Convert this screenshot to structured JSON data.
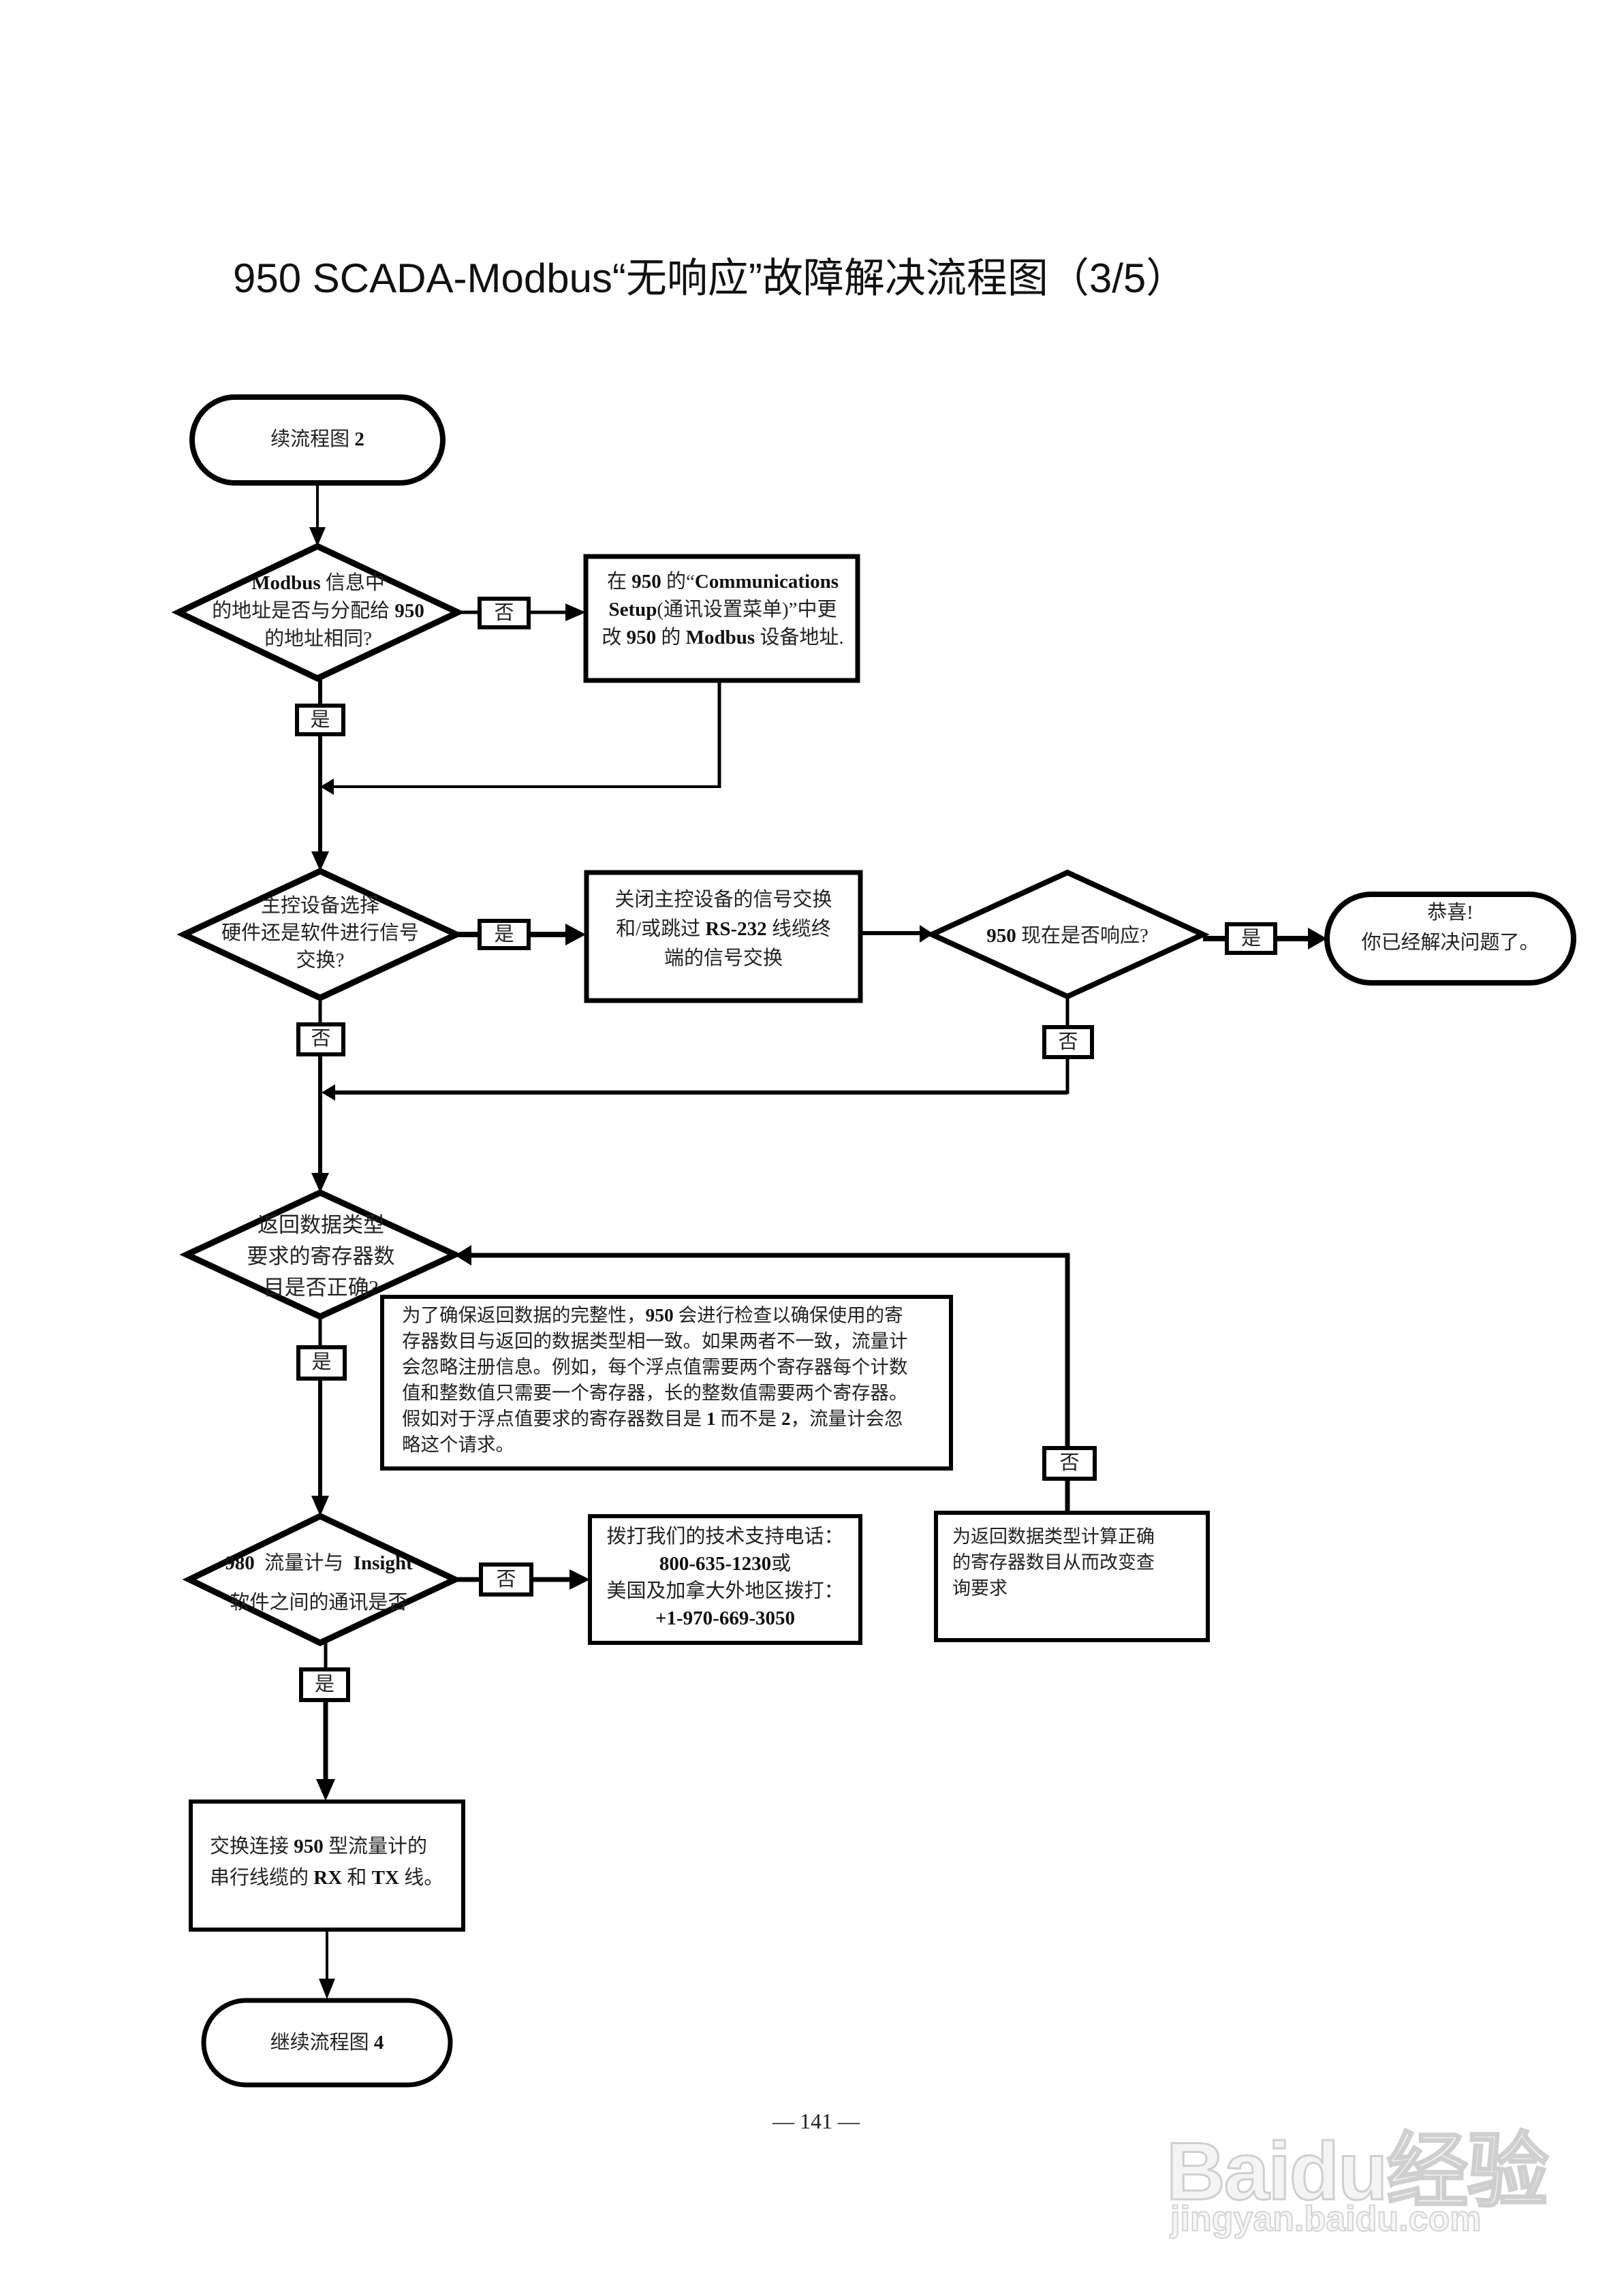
{
  "page": {
    "title": "950 SCADA-Modbus“无响应”故障解决流程图（3/5）",
    "page_number": "— 141 —",
    "watermark": {
      "brand": "Baidu经验",
      "url": "jingyan.baidu.com"
    }
  },
  "flow": {
    "start": {
      "text": "续流程图",
      "num": "2"
    },
    "d1": {
      "lines": [
        "Modbus 信息中",
        "的地址是否与分配给 950",
        "的地址相同?"
      ]
    },
    "d1_no_label": "否",
    "d1_yes_label": "是",
    "box_a": {
      "lines": [
        "在 950 的“Communications",
        "Setup(通讯设置菜单)”中更",
        "改 950 的 Modbus 设备地址."
      ]
    },
    "d2": {
      "lines": [
        "主控设备选择",
        "硬件还是软件进行信号",
        "交换?"
      ]
    },
    "d2_yes_label": "是",
    "d2_no_label": "否",
    "box_b": {
      "lines": [
        "关闭主控设备的信号交换",
        "和/或跳过 RS-232 线缆终",
        "端的信号交换"
      ]
    },
    "d3": {
      "text": "950 现在是否响应?"
    },
    "d3_yes_label": "是",
    "d3_no_label": "否",
    "end_ok": {
      "lines": [
        "恭喜!",
        "你已经解决问题了。"
      ]
    },
    "d4": {
      "lines": [
        "返回数据类型",
        "要求的寄存器数",
        "目是否正确?"
      ]
    },
    "d4_yes_label": "是",
    "d4_no_label": "否",
    "note": {
      "lines": [
        "为了确保返回数据的完整性，950 会进行检查以确保使用的寄",
        "存器数目与返回的数据类型相一致。如果两者不一致，流量计",
        "会忽略注册信息。例如，每个浮点值需要两个寄存器每个计数",
        "值和整数值只需要一个寄存器，长的整数值需要两个寄存器。",
        "假如对于浮点值要求的寄存器数目是 1 而不是 2，流量计会忽",
        "略这个请求。"
      ]
    },
    "box_c": {
      "lines": [
        "为返回数据类型计算正确",
        "的寄存器数目从而改变查",
        "询要求"
      ]
    },
    "d5": {
      "lines": [
        "980  流量计与  Insight",
        "软件之间的通讯是否"
      ]
    },
    "d5_no_label": "否",
    "d5_yes_label": "是",
    "box_d": {
      "lines": [
        "拨打我们的技术支持电话：",
        "800-635-1230或",
        "美国及加拿大外地区拨打：",
        "+1-970-669-3050"
      ]
    },
    "box_e": {
      "lines": [
        "交换连接 950 型流量计的",
        "串行线缆的 RX 和 TX 线。"
      ]
    },
    "end_next": {
      "text": "继续流程图",
      "num": "4"
    }
  }
}
